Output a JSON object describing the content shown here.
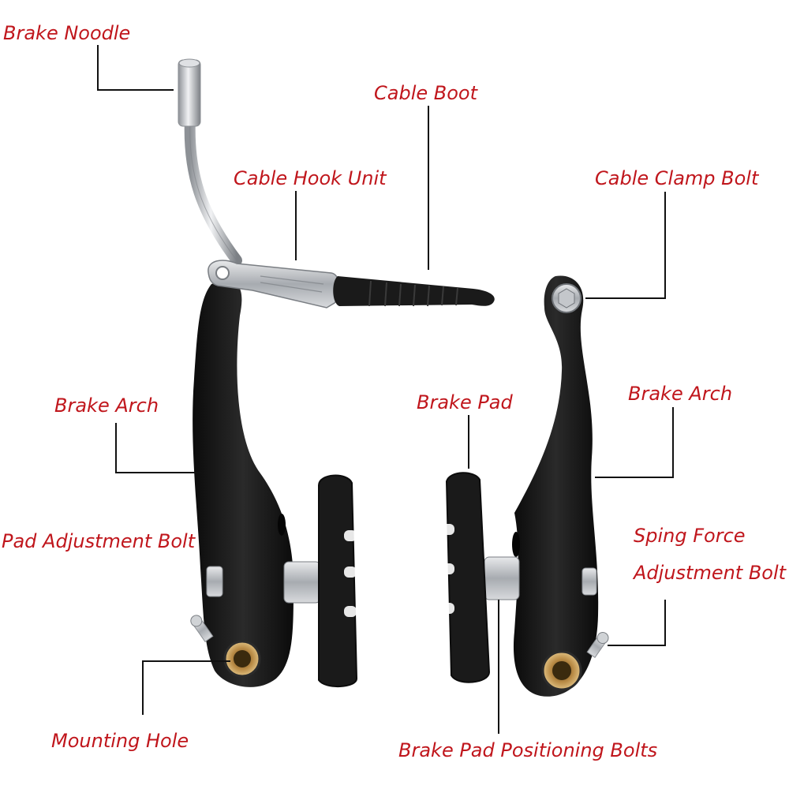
{
  "labels": {
    "brake_noodle": "Brake Noodle",
    "cable_boot": "Cable Boot",
    "cable_hook_unit": "Cable Hook Unit",
    "cable_clamp_bolt": "Cable Clamp Bolt",
    "brake_arch_left": "Brake Arch",
    "brake_pad": "Brake Pad",
    "brake_arch_right": "Brake Arch",
    "pad_adjustment_bolt": "Pad Adjustment Bolt",
    "spring_force_line1": "Sping Force",
    "spring_force_line2": "Adjustment Bolt",
    "mounting_hole": "Mounting Hole",
    "brake_pad_positioning_bolts": "Brake Pad Positioning Bolts"
  },
  "colors": {
    "label_text": "#c0161c",
    "leader_line": "#111111",
    "arm_black": "#141414",
    "pad_black": "#1a1a1a",
    "metal_silver": "#c9ccd0",
    "brass": "#b88a45"
  }
}
